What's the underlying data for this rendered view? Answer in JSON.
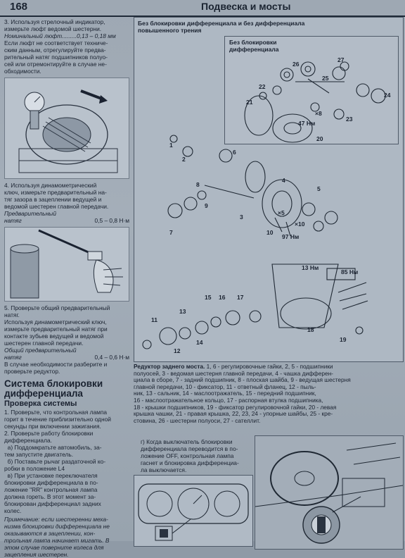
{
  "header": {
    "page_number": "168",
    "section": "Подвеска и мосты"
  },
  "left": {
    "step3": "3. Используя стрелочный индикатор,\nизмерьте люфт ведомой шестерни.",
    "backlash_label": "Номинальный люфт.........0,13 – 0,18 мм",
    "step3_note": "Если люфт не соответствует техниче-\nским данным, отрегулируйте предва-\nрительный натяг подшипников полуо-\nсей или отремонтируйте в случае не-\nобходимости.",
    "step4": "4. Используя динамометрический\nключ, измерьте предварительный на-\nтяг зазора в зацеплении ведущей и\nведомой шестерен главной передачи.",
    "preload_label": "Предварительный\nнатяг",
    "preload_value": "0,5 – 0,8 Н·м",
    "step5": "5. Проверьте общий предварительный\nнатяг.\nИспользуя динамометрический ключ,\nизмерьте предварительный натяг при\nконтакте зубьев ведущей и ведомой\nшестерен главной передачи.",
    "total_label": "Общий предварительный\nнатяг",
    "total_value": "0,4 – 0,6 Н·м",
    "step5_note": "В случае необходимости разберите и\nпроверьте редуктор.",
    "section_title": "Система блокировки\nдифференциала",
    "sub_title": "Проверка системы",
    "check_steps": "1. Проверьте, что контрольная лампа\nгорит в течение приблизительно одной\nсекунды при включении зажигания.\n2. Проверьте работу блокировки\nдифференциала.\n  а) Поддомкратьте автомобиль, за-\nтем запустите двигатель.\n  б) Поставьте рычаг раздаточной ко-\nробки в положение L4\n  в) При установке переключателя\nблокировки дифференциала в по-\nложение \"RR\" контрольная лампа\nдолжна гореть. В этот момент за-\nблокирован дифференциал задних\nколес.",
    "note": "Примечание: если шестеренни меха-\nнизма блокировки дифференциала не\nоказываются в зацеплении, кон-\nтрольная лампа начинает мигать. В\nэтом случае поверните колеса для\nзацепления шестерен."
  },
  "diagram": {
    "title": "Без блокировки дифференциала и без дифференциала\nповышенного трения",
    "inset_title": "Без блокировки\nдифференциала",
    "inset_labels": [
      "26",
      "27",
      "25",
      "22",
      "24",
      "23",
      "21",
      "20",
      "×8",
      "47 Нм"
    ],
    "main_labels": [
      "1",
      "2",
      "6",
      "4",
      "8",
      "9",
      "3",
      "5",
      "7",
      "×5",
      "×10",
      "10",
      "97 Нм",
      "13 Нм",
      "85 Нм",
      "15",
      "16",
      "17",
      "13",
      "11",
      "14",
      "12",
      "18",
      "19"
    ],
    "caption_head": "Редуктор заднего моста.",
    "caption_body": " 1, 6 - регулировочные гайки, 2, 5 - подшипники\nполуосей, 3 - ведомая шестерня главной передачи, 4 - чашка дифферен-\nциала в сборе, 7 - задний подшипник, 8 - плоская шайба, 9 - ведущая шестерня\nглавной передачи, 10 - фиксатор, 11 - ответный фланец, 12 - пыль-\nник, 13 - сальник, 14 - маслоотражатель, 15 - передний подшипник,\n16 - маслоотражательное кольцо, 17 - распорная втулка подшипника,\n18 - крышки подшипников, 19 - фиксатор регулировочной гайки, 20 - левая\nкрышка чашки, 21 - правая крышка, 22, 23, 24 - упорные шайбы, 25 - кре-\nстовина, 26 - шестерни полуоси, 27 - сателлит.",
    "step_g": "г) Когда выключатель блокировки\nдифференциала переводится в по-\nложение OFF, контрольная лампа\nгаснет и блокировка дифференциа-\nла выключается."
  },
  "colors": {
    "ink": "#1a2230",
    "paper": "#a4aeb9",
    "figure_bg": "#b6bfc9"
  }
}
